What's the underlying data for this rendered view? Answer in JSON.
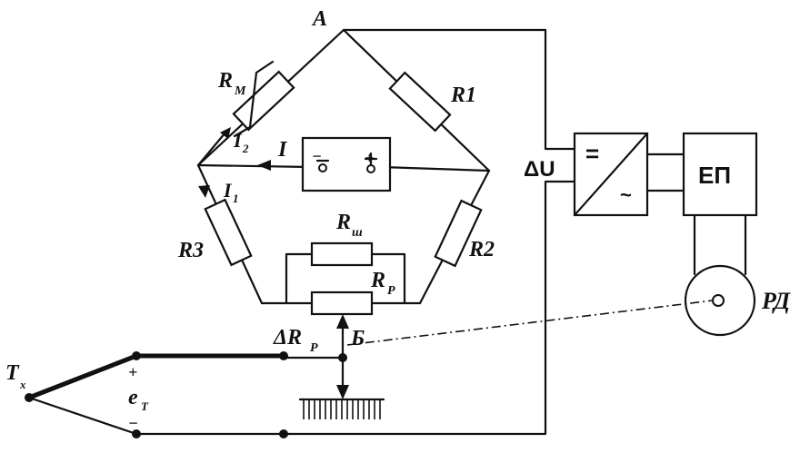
{
  "labels": {
    "node_a": "A",
    "node_b": "Б",
    "rm": "R",
    "rm_sub": "М",
    "r1": "R1",
    "r2": "R2",
    "r3": "R3",
    "rsh": "R",
    "rsh_sub": "ш",
    "rp": "R",
    "rp_sub": "P",
    "delta_rp": "ΔR",
    "delta_rp_sub": "P",
    "current_i": "I",
    "current_i1": "I",
    "current_i1_sub": "1",
    "current_i2": "I",
    "current_i2_sub": "2",
    "delta_u": "ΔU",
    "converter_top": "=",
    "converter_bottom": "~",
    "amplifier": "ЕП",
    "motor": "РД",
    "thermocouple": "T",
    "thermocouple_sub": "x",
    "emf": "e",
    "emf_sub": "T",
    "plus_sign": "+",
    "minus_sign": "−",
    "battery_minus": "−",
    "battery_plus": "+"
  }
}
